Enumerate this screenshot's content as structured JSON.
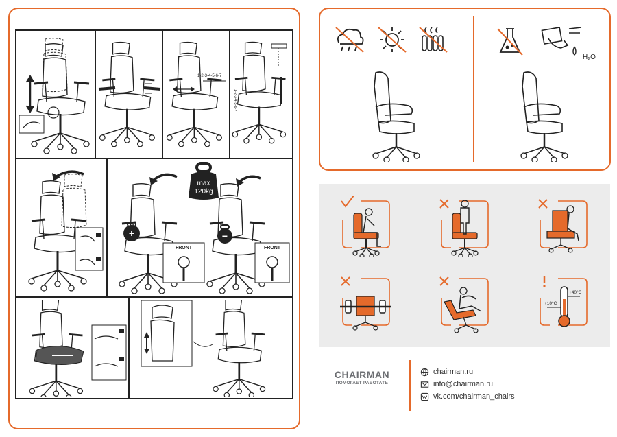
{
  "manual": {
    "seat_height_numbers": "1-2-3-4-5-6-7",
    "armrest_height_numbers": "1-2-3-4-5-6-7",
    "weight_badge": {
      "line1": "max",
      "line2": "120kg"
    },
    "front_label_1": "FRONT",
    "front_label_2": "FRONT",
    "lock_plus": "+",
    "lock_minus": "−"
  },
  "posture": {
    "temp_low": "+10°C",
    "temp_high": "+40°C"
  },
  "environment": {
    "water_formula": "H₂O"
  },
  "brand": {
    "name": "CHAIRMAN",
    "tagline": "ПОМОГАЕТ РАБОТАТЬ"
  },
  "contacts": [
    {
      "icon": "globe-icon",
      "text": "chairman.ru"
    },
    {
      "icon": "mail-icon",
      "text": "info@chairman.ru"
    },
    {
      "icon": "vk-icon",
      "text": "vk.com/chairman_chairs"
    }
  ],
  "colors": {
    "accent": "#e56a2b",
    "panel_gray": "#ececec",
    "brand_gray": "#6d6f73"
  }
}
